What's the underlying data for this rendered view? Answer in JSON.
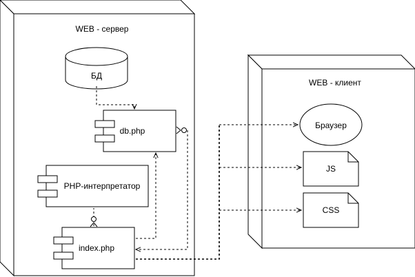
{
  "server_node": {
    "label": "WEB - сервер"
  },
  "client_node": {
    "label": "WEB - клиент"
  },
  "components": {
    "database": "БД",
    "db_php": "db.php",
    "php_interpreter": "PHP-интерпретатор",
    "index_php": "index.php",
    "browser": "Браузер",
    "js": "JS",
    "css": "CSS"
  },
  "colors": {
    "stroke": "#000000",
    "fill": "#ffffff"
  }
}
